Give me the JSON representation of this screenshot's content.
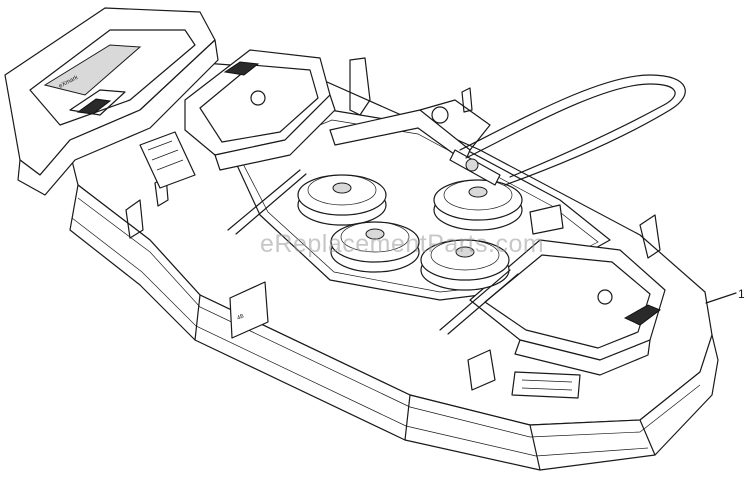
{
  "diagram": {
    "watermark": "eReplacementParts.com",
    "callout_number": "1",
    "brand_mark": "eXmark",
    "deck_size": "48"
  }
}
